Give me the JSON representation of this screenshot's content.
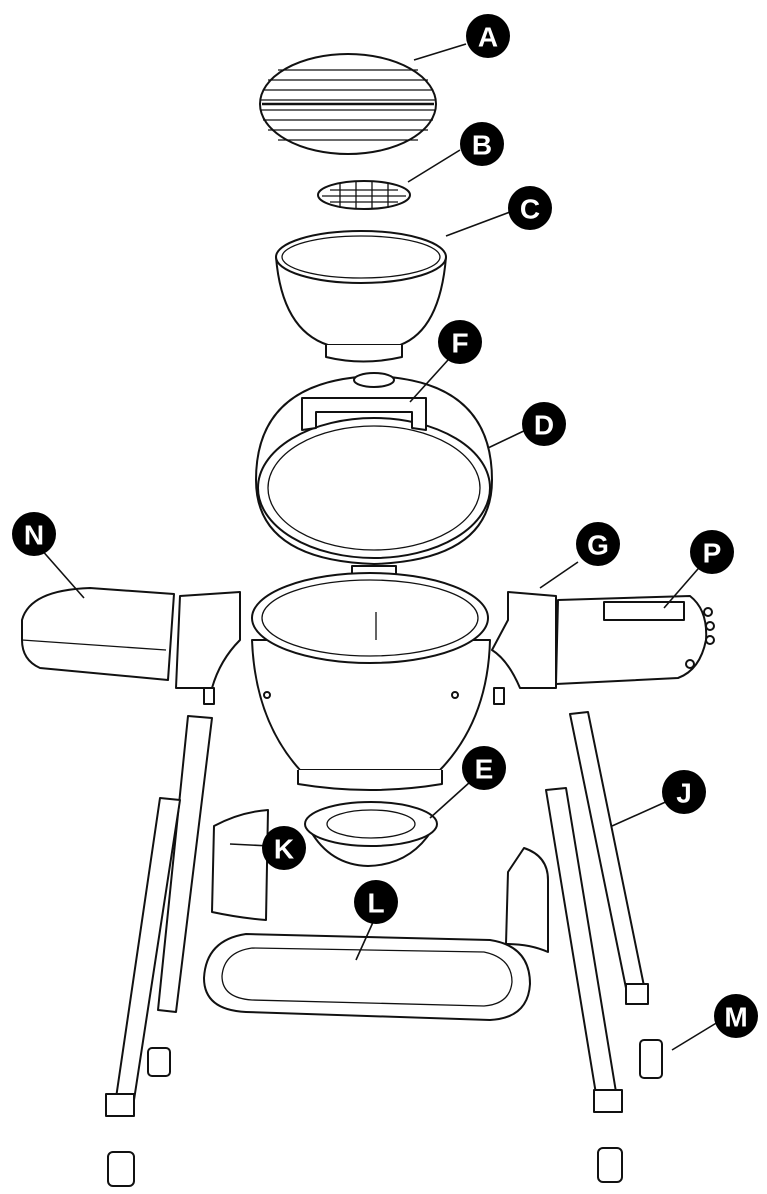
{
  "diagram": {
    "parts": [
      {
        "letter": "A",
        "part": "cooking-grate"
      },
      {
        "letter": "B",
        "part": "charcoal-grate"
      },
      {
        "letter": "C",
        "part": "firebox"
      },
      {
        "letter": "D",
        "part": "lid-dome"
      },
      {
        "letter": "E",
        "part": "ash-pan"
      },
      {
        "letter": "F",
        "part": "lid-handle"
      },
      {
        "letter": "G",
        "part": "side-shelf-bracket"
      },
      {
        "letter": "J",
        "part": "leg"
      },
      {
        "letter": "K",
        "part": "cart-skirt"
      },
      {
        "letter": "L",
        "part": "bottom-shelf"
      },
      {
        "letter": "M",
        "part": "caster"
      },
      {
        "letter": "N",
        "part": "left-side-shelf"
      },
      {
        "letter": "P",
        "part": "right-side-shelf"
      }
    ],
    "colors": {
      "line": "#111111",
      "badge": "#000000",
      "badge_text": "#ffffff",
      "background": "#ffffff"
    }
  }
}
